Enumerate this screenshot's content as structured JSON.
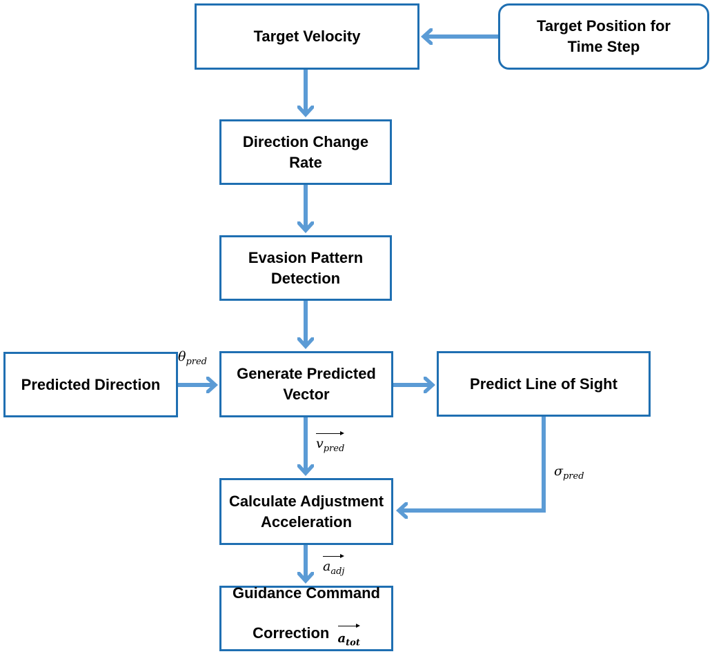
{
  "diagram": {
    "nodes": {
      "target_velocity": "Target Velocity",
      "target_position": "Target Position for\nTime Step",
      "direction_change_rate": "Direction Change\nRate",
      "evasion_pattern": "Evasion Pattern\nDetection",
      "predicted_direction": "Predicted Direction",
      "generate_vector": "Generate Predicted\nVector",
      "predict_los": "Predict Line of Sight",
      "calc_adjustment": "Calculate Adjustment\nAcceleration",
      "guidance_correction": "Guidance Command\nCorrection"
    },
    "labels": {
      "theta_base": "θ",
      "theta_sub": "pred",
      "v_base": "v",
      "v_sub": "pred",
      "sigma_base": "σ",
      "sigma_sub": "pred",
      "a_adj_base": "a",
      "a_adj_sub": "adj",
      "a_tot_base": "a",
      "a_tot_sub": "tot"
    },
    "colors": {
      "box_border": "#1f6fb2",
      "arrow": "#5b9bd5"
    }
  }
}
